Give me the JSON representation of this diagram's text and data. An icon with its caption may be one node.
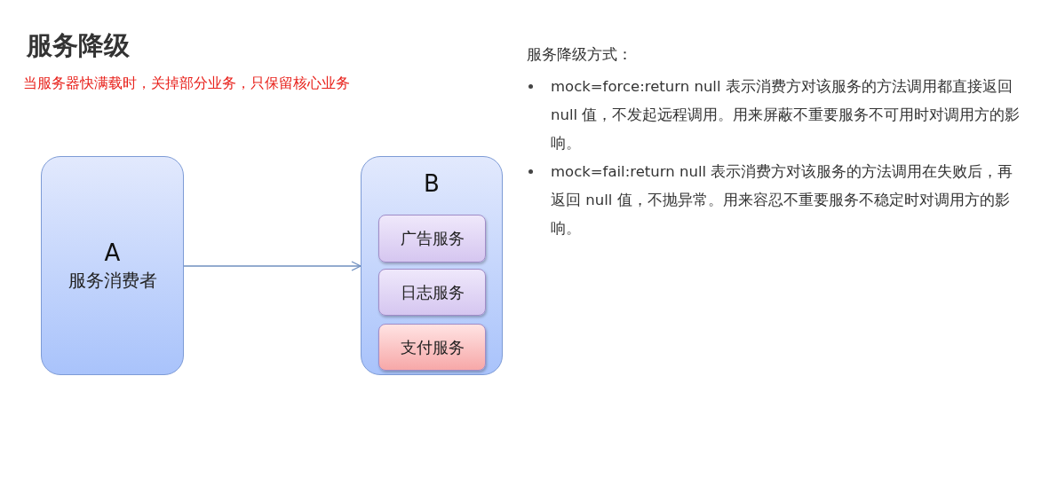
{
  "diagram": {
    "title": "服务降级",
    "nodes": [
      {
        "text": [
          "A",
          "服务消费者"
        ]
      },
      {
        "text": [
          "B"
        ]
      },
      {
        "text": [
          "广告服务"
        ],
        "in": 1
      },
      {
        "text": [
          "日志服务"
        ],
        "in": 1
      },
      {
        "text": [
          "支付服务"
        ],
        "in": 1
      }
    ],
    "edges": [
      {
        "from": 0,
        "to": 1,
        "arrow": "to"
      }
    ],
    "labels": [
      "当服务器快满载时，关掉部分业务，只保留核心业务",
      "服务降级方式：",
      "mock=force:return null 表示消费方对该服务的方法调用都直接返回 null 值，不发起远程调用。用来屏蔽不重要服务不可用时对调用方的影响。",
      "mock=fail:return null 表示消费方对该服务的方法调用在失败后，再返回 null 值，不抛异常。用来容忍不重要服务不稳定时对调用方的影响。"
    ]
  }
}
